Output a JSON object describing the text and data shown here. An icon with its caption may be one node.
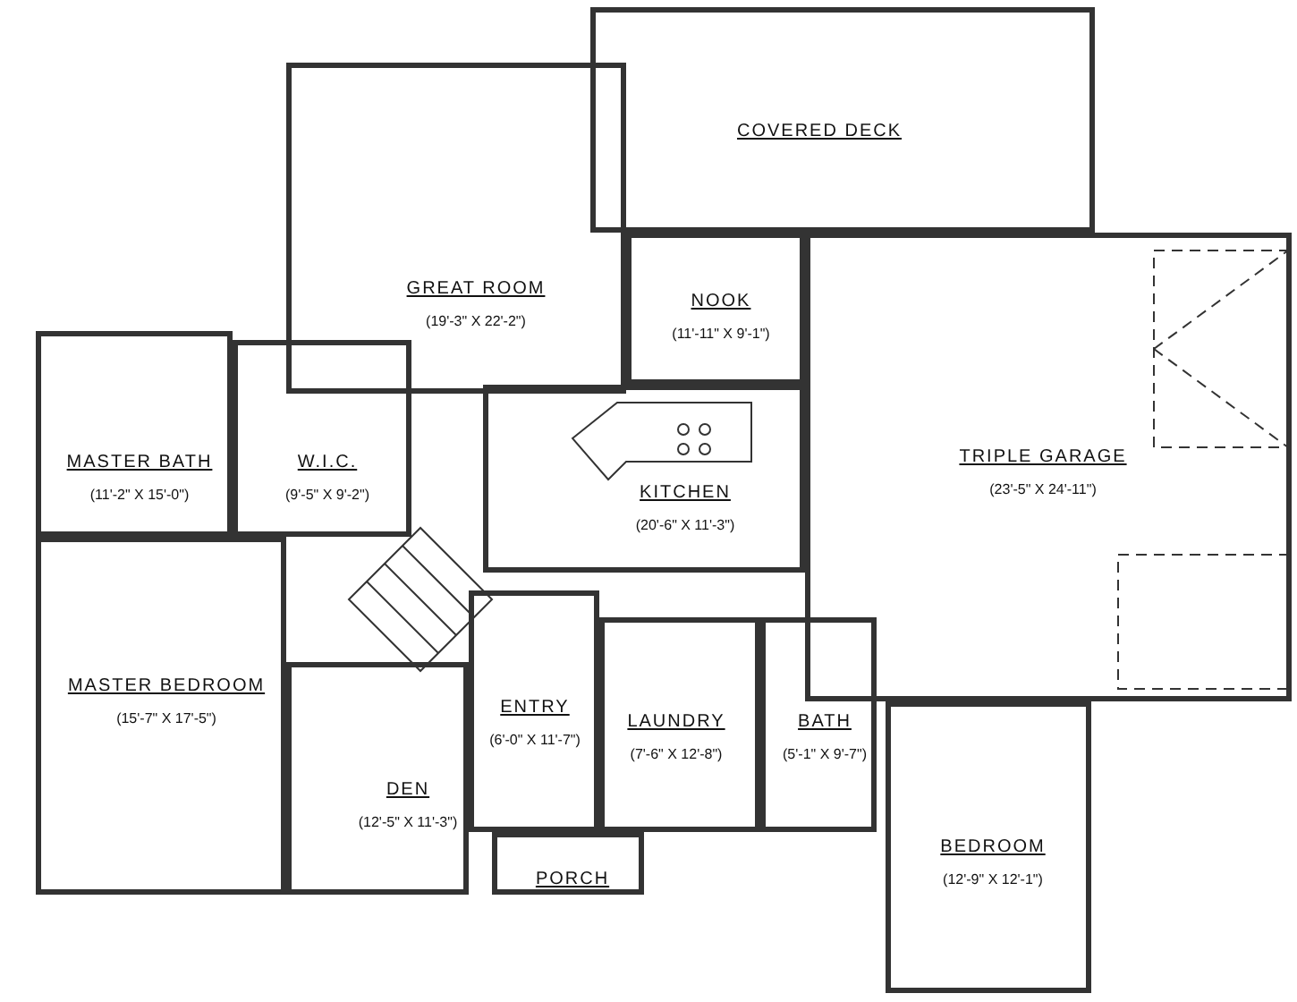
{
  "diagram": {
    "nodes": [
      {
        "text": [
          "COVERED DECK"
        ]
      },
      {
        "text": [
          "GREAT ROOM",
          "(19'-3\" X 22'-2\")"
        ]
      },
      {
        "text": [
          "NOOK",
          "(11'-11\" X 9'-1\")"
        ]
      },
      {
        "text": [
          "MASTER BATH",
          "(11'-2\" X 15'-0\")"
        ]
      },
      {
        "text": [
          "W.I.C.",
          "(9'-5\" X 9'-2\")"
        ]
      },
      {
        "text": [
          "TRIPLE GARAGE",
          "(23'-5\" X 24'-11\")"
        ]
      },
      {
        "text": [
          "KITCHEN",
          "(20'-6\" X 11'-3\")"
        ]
      },
      {
        "text": [
          "MASTER BEDROOM",
          "(15'-7\" X 17'-5\")"
        ]
      },
      {
        "text": [
          "ENTRY",
          "(6'-0\" X 11'-7\")"
        ]
      },
      {
        "text": [
          "LAUNDRY",
          "(7'-6\" X 12'-8\")"
        ]
      },
      {
        "text": [
          "BATH",
          "(5'-1\" X 9'-7\")"
        ]
      },
      {
        "text": [
          "DEN",
          "(12'-5\" X 11'-3\")"
        ]
      },
      {
        "text": [
          "BEDROOM",
          "(12'-9\" X 12'-1\")"
        ]
      },
      {
        "text": [
          "PORCH"
        ]
      }
    ]
  }
}
